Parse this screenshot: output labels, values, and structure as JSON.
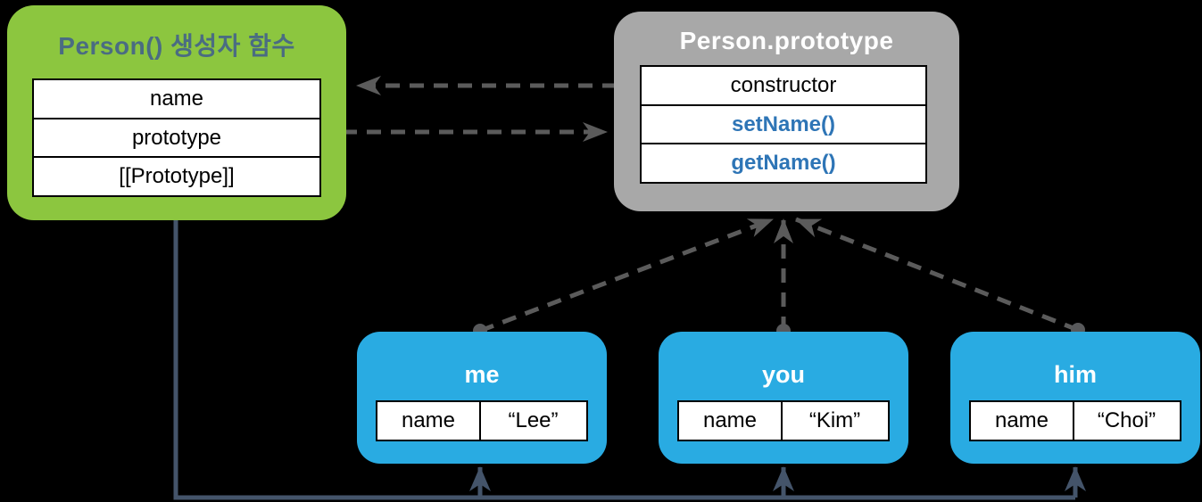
{
  "diagram": {
    "background": "#000000",
    "function_node": {
      "title": "Person() 생성자 함수",
      "rows": [
        "name",
        "prototype",
        "[[Prototype]]"
      ],
      "fill": "#8CC63F",
      "title_color": "#4A6C82"
    },
    "prototype_node": {
      "title": "Person.prototype",
      "rows": [
        "constructor",
        "setName()",
        "getName()"
      ],
      "fill": "#A8A8A8",
      "title_color": "#FFFFFF",
      "method_text_color": "#2E75B6"
    },
    "instance_nodes": [
      {
        "title": "me",
        "property": "name",
        "value": "“Lee”"
      },
      {
        "title": "you",
        "property": "name",
        "value": "“Kim”"
      },
      {
        "title": "him",
        "property": "name",
        "value": "“Choi”"
      }
    ],
    "instance_fill": "#29ABE2",
    "links": {
      "dashed_color": "#5B5B5B",
      "solid_color": "#44546A"
    }
  }
}
